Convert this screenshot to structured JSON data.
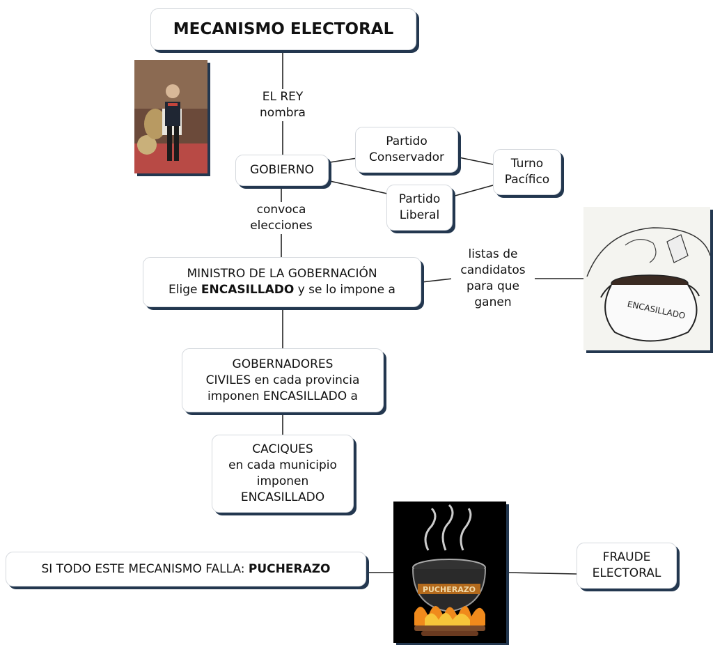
{
  "title": "MECANISMO ELECTORAL",
  "links": {
    "rey": [
      "EL REY",
      "nombra"
    ],
    "convoca": [
      "convoca",
      "elecciones"
    ],
    "listas": [
      "listas de",
      "candidatos",
      "para que",
      "ganen"
    ]
  },
  "nodes": {
    "gobierno": "GOBIERNO",
    "conservador": [
      "Partido",
      "Conservador"
    ],
    "liberal": [
      "Partido",
      "Liberal"
    ],
    "turno": [
      "Turno",
      "Pacífico"
    ],
    "ministro": {
      "line1": "MINISTRO DE LA GOBERNACIÓN",
      "pre": "Elige ",
      "bold": "ENCASILLADO",
      "post": " y se lo impone a"
    },
    "gobernadores": [
      "GOBERNADORES",
      "CIVILES en cada provincia",
      "imponen ENCASILLADO a"
    ],
    "caciques": [
      "CACIQUES",
      "en cada municipio",
      "imponen",
      "ENCASILLADO"
    ],
    "pucherazo": {
      "pre": "SI TODO ESTE MECANISMO FALLA: ",
      "bold": "PUCHERAZO"
    },
    "fraude": [
      "FRAUDE",
      "ELECTORAL"
    ]
  },
  "images": {
    "encasillado_text": "ENCASILLADO",
    "pucherazo_text": "PUCHERAZO"
  },
  "colors": {
    "shadow": "#23374f",
    "line": "#222222"
  }
}
